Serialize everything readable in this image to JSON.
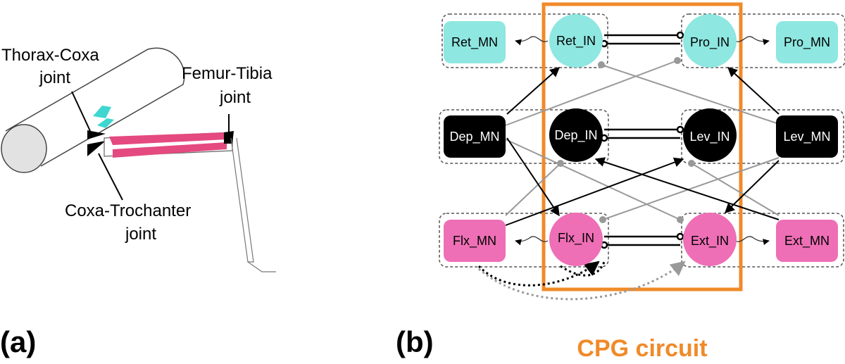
{
  "panel_a": {
    "label": "(a)",
    "joint_labels": {
      "thorax_coxa_1": "Thorax-Coxa",
      "thorax_coxa_2": "joint",
      "femur_tibia_1": "Femur-Tibia",
      "femur_tibia_2": "joint",
      "coxa_trochanter_1": "Coxa-Trochanter",
      "coxa_trochanter_2": "joint"
    },
    "colors": {
      "cyan_muscle": "#3fd6d0",
      "pink_muscle": "#e4497f",
      "joint": "#000000"
    }
  },
  "panel_b": {
    "label": "(b)",
    "cpg_label": "CPG circuit",
    "nodes": {
      "ret_mn": "Ret_MN",
      "ret_in": "Ret_IN",
      "pro_in": "Pro_IN",
      "pro_mn": "Pro_MN",
      "dep_mn": "Dep_MN",
      "dep_in": "Dep_IN",
      "lev_in": "Lev_IN",
      "lev_mn": "Lev_MN",
      "flx_mn": "Flx_MN",
      "flx_in": "Flx_IN",
      "ext_in": "Ext_IN",
      "ext_mn": "Ext_MN"
    },
    "colors": {
      "cyan": "#8ee7e0",
      "black": "#000000",
      "pink": "#ee6fb6",
      "cpg_box": "#f08a2a",
      "gray_edge": "#999999"
    }
  }
}
